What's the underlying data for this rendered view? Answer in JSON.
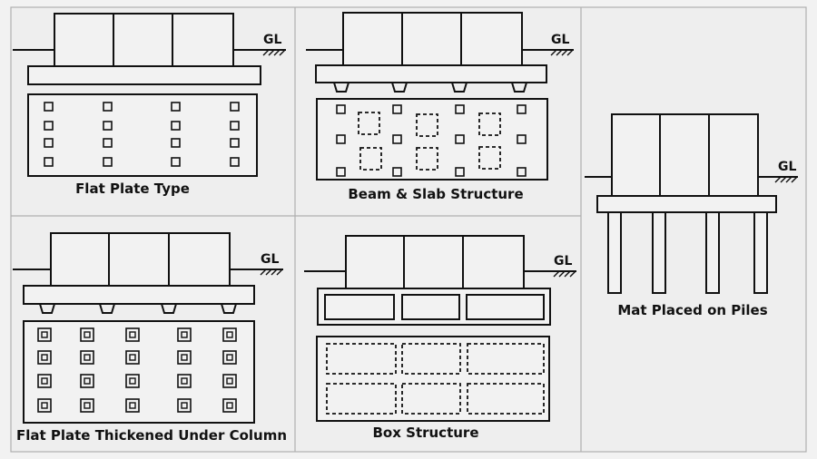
{
  "ground_label": "GL",
  "panels": {
    "flat_plate": {
      "caption": "Flat Plate Type"
    },
    "beam_slab": {
      "caption": "Beam & Slab Structure"
    },
    "mat_piles": {
      "caption": "Mat Placed on Piles"
    },
    "flat_plate_thickened": {
      "caption": "Flat Plate Thickened Under Column"
    },
    "box_structure": {
      "caption": "Box Structure"
    }
  },
  "colors": {
    "background": "#f2f2f2",
    "line": "#111111",
    "panel_fill": "#eeeeee",
    "panel_border": "#b0b0b0"
  }
}
